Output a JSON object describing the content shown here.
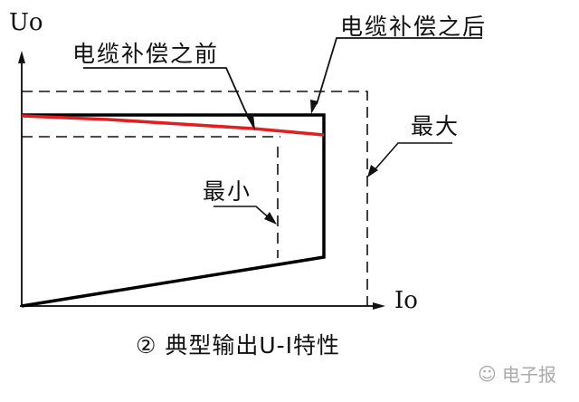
{
  "diagram": {
    "y_axis_label": "Uo",
    "x_axis_label": "Io",
    "label_before": "电缆补偿之前",
    "label_after": "电缆补偿之后",
    "label_max": "最大",
    "label_min": "最小",
    "caption": "② 典型输出U-I特性",
    "watermark": "电子报",
    "colors": {
      "line": "#000000",
      "before_curve": "#e02020",
      "dashed": "#000000",
      "watermark": "#aaaaaa"
    }
  }
}
